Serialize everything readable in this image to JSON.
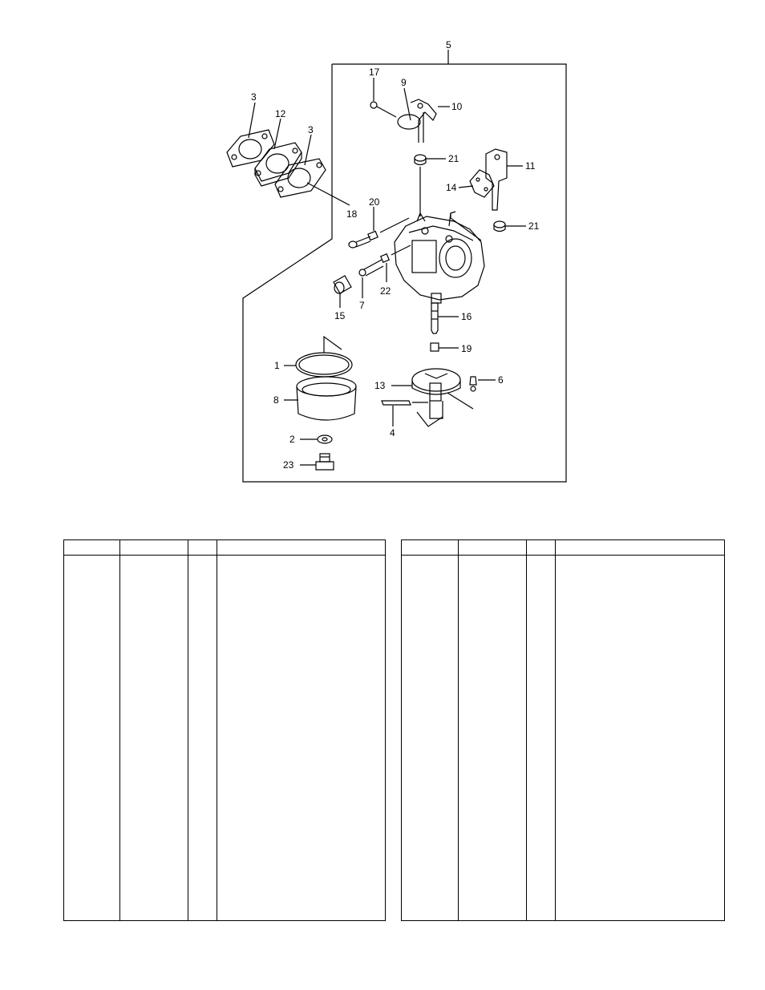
{
  "diagram": {
    "callouts": [
      {
        "id": "label-5",
        "text": "5"
      },
      {
        "id": "label-17",
        "text": "17"
      },
      {
        "id": "label-9",
        "text": "9"
      },
      {
        "id": "label-10",
        "text": "10"
      },
      {
        "id": "label-3a",
        "text": "3"
      },
      {
        "id": "label-12",
        "text": "12"
      },
      {
        "id": "label-3b",
        "text": "3"
      },
      {
        "id": "label-21a",
        "text": "21"
      },
      {
        "id": "label-11",
        "text": "11"
      },
      {
        "id": "label-14",
        "text": "14"
      },
      {
        "id": "label-18",
        "text": "18"
      },
      {
        "id": "label-20",
        "text": "20"
      },
      {
        "id": "label-21b",
        "text": "21"
      },
      {
        "id": "label-22",
        "text": "22"
      },
      {
        "id": "label-7",
        "text": "7"
      },
      {
        "id": "label-15",
        "text": "15"
      },
      {
        "id": "label-16",
        "text": "16"
      },
      {
        "id": "label-19",
        "text": "19"
      },
      {
        "id": "label-1",
        "text": "1"
      },
      {
        "id": "label-13",
        "text": "13"
      },
      {
        "id": "label-6",
        "text": "6"
      },
      {
        "id": "label-8",
        "text": "8"
      },
      {
        "id": "label-4",
        "text": "4"
      },
      {
        "id": "label-2",
        "text": "2"
      },
      {
        "id": "label-23",
        "text": "23"
      }
    ]
  },
  "tables": [
    {
      "name": "parts-table-left",
      "columns": [
        "",
        "",
        "",
        ""
      ],
      "rows": []
    },
    {
      "name": "parts-table-right",
      "columns": [
        "",
        "",
        "",
        ""
      ],
      "rows": []
    }
  ]
}
